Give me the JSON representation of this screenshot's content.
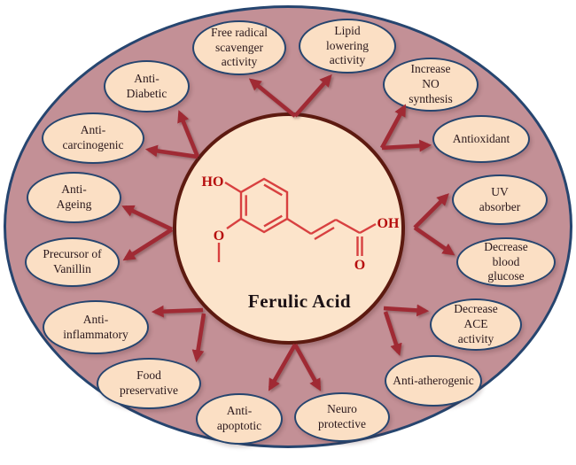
{
  "figure": {
    "center": {
      "label": "Ferulic Acid",
      "structure": {
        "hydroxyl_label": "HO",
        "methoxy_label": "O",
        "carboxyl_oh_label": "OH",
        "carbonyl_o_label": "O"
      }
    },
    "nodes": [
      {
        "id": "free-radical-scavenger",
        "label": "Free radical scavenger activity"
      },
      {
        "id": "lipid-lowering",
        "label": "Lipid lowering activity"
      },
      {
        "id": "increase-no-synthesis",
        "label": "Increase NO synthesis"
      },
      {
        "id": "antioxidant",
        "label": "Antioxidant"
      },
      {
        "id": "uv-absorber",
        "label": "UV absorber"
      },
      {
        "id": "decrease-blood-glucose",
        "label": "Decrease blood glucose"
      },
      {
        "id": "decrease-ace-activity",
        "label": "Decrease ACE activity"
      },
      {
        "id": "anti-atherogenic",
        "label": "Anti-atherogenic"
      },
      {
        "id": "neuro-protective",
        "label": "Neuro protective"
      },
      {
        "id": "anti-apoptotic",
        "label": "Anti-apoptotic"
      },
      {
        "id": "food-preservative",
        "label": "Food preservative"
      },
      {
        "id": "anti-inflammatory",
        "label": "Anti-inflammatory"
      },
      {
        "id": "precursor-of-vanillin",
        "label": "Precursor of Vanillin"
      },
      {
        "id": "anti-ageing",
        "label": "Anti-Ageing"
      },
      {
        "id": "anti-carcinogenic",
        "label": "Anti-carcinogenic"
      },
      {
        "id": "anti-diabetic",
        "label": "Anti-Diabetic"
      }
    ],
    "colors": {
      "outer_fill": "#c39096",
      "outer_border": "#26456f",
      "node_fill": "#fbdfc4",
      "node_border": "#26456f",
      "circle_fill": "#fce4cb",
      "circle_border": "#5d1a10",
      "arrow": "#a02a34",
      "structure_bond": "#d84040",
      "structure_label": "#b60d0d",
      "text": "#2a181c"
    }
  }
}
